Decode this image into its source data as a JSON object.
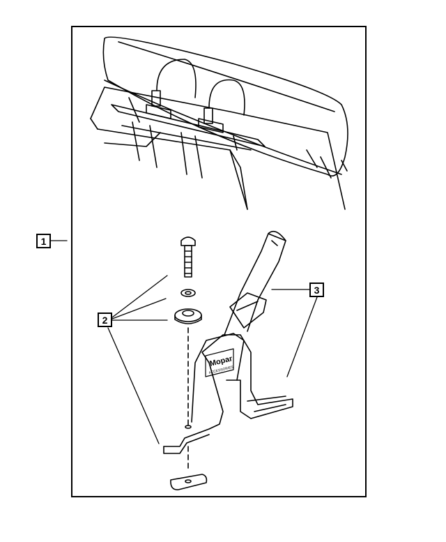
{
  "callouts": {
    "c1": "1",
    "c2": "2",
    "c3": "3"
  },
  "brand": {
    "logo": "Mopar",
    "sub": "ACCESSORIES"
  },
  "colors": {
    "line": "#000000",
    "background": "#ffffff"
  }
}
